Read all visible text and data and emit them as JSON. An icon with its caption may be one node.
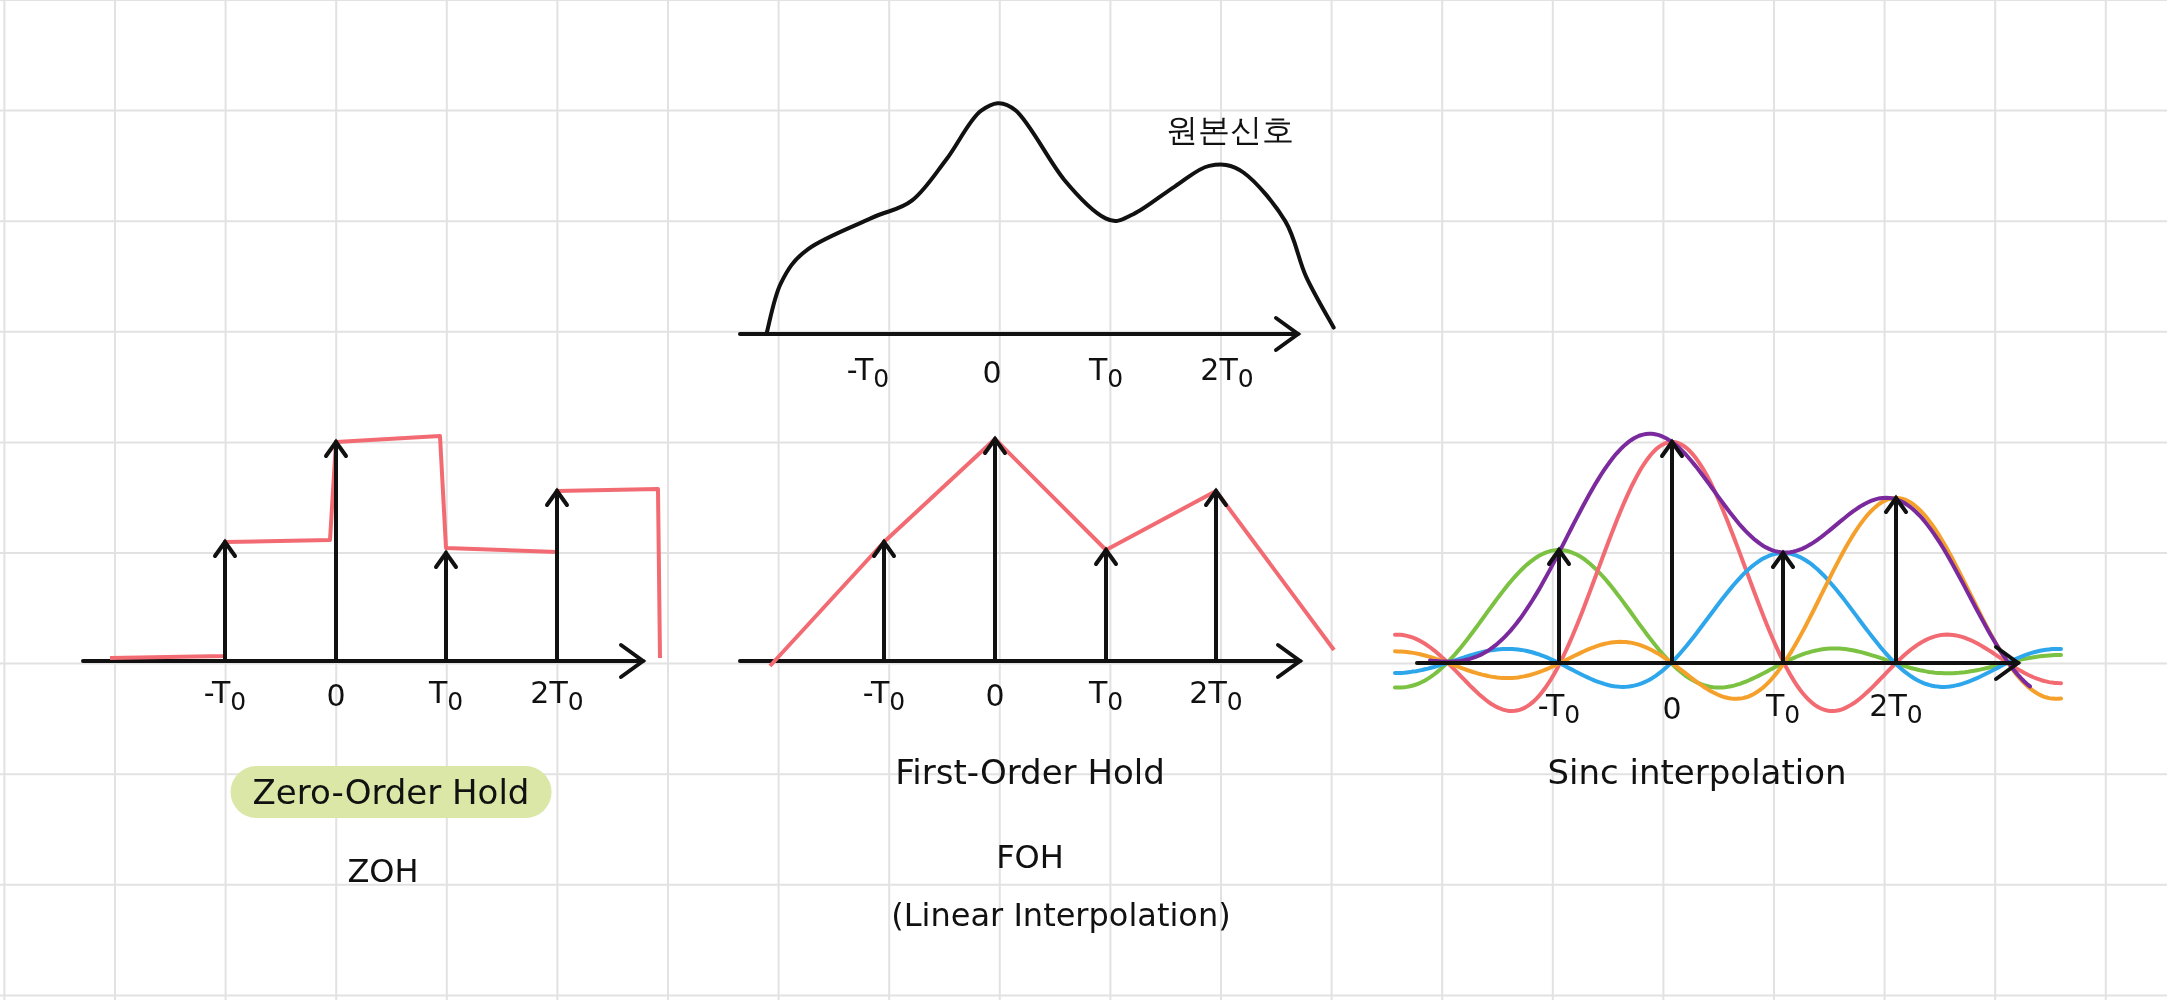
{
  "diagram": {
    "labels": [
      "원본신호",
      "-T$_{0}$",
      "0",
      "T$_{0}$",
      "2T$_{0}$",
      "-T$_{0}$",
      "0",
      "T$_{0}$",
      "2T$_{0}$",
      "-T$_{0}$",
      "0",
      "T$_{0}$",
      "2T$_{0}$",
      "-T$_{0}$",
      "0",
      "T$_{0}$",
      "2T$_{0}$",
      "Zero-Order Hold",
      "First-Order Hold",
      "Sinc interpolation",
      "ZOH",
      "FOH",
      "(Linear Interpolation)"
    ]
  }
}
